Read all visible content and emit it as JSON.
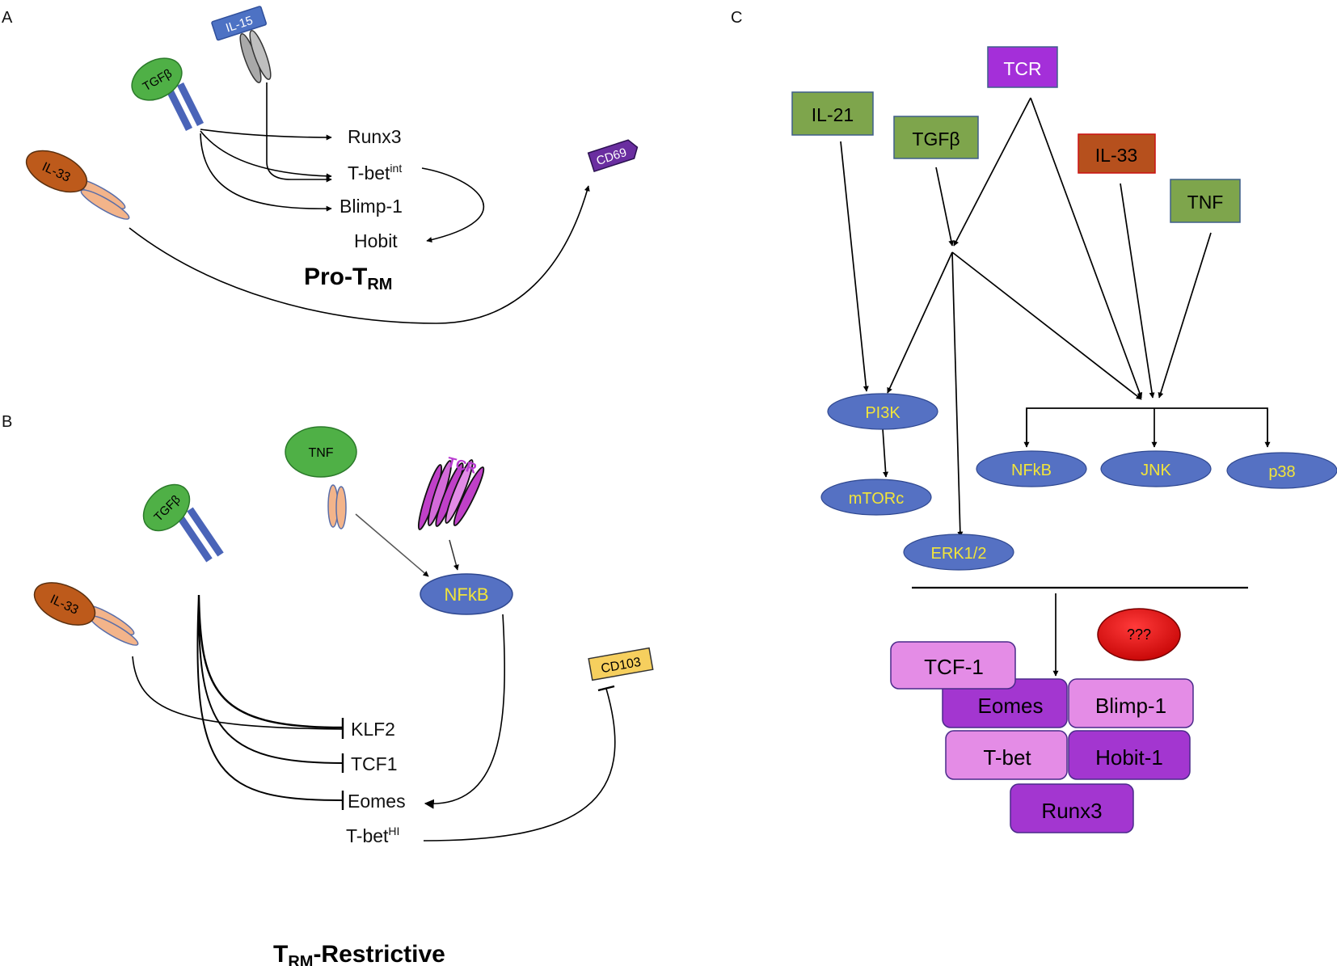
{
  "panels": {
    "a": "A",
    "b": "B",
    "c": "C"
  },
  "panel_a": {
    "receptors": {
      "tgfb": "TGFβ",
      "il15": "IL-15",
      "il33": "IL-33"
    },
    "targets": {
      "runx3": "Runx3",
      "tbet_base": "T-bet",
      "tbet_sup": "int",
      "blimp1": "Blimp-1",
      "hobit": "Hobit"
    },
    "cd69": "CD69",
    "title_main": "Pro-T",
    "title_sub": "RM"
  },
  "panel_b": {
    "receptors": {
      "tnf": "TNF",
      "tcr": "TCR",
      "tgfb": "TGFβ",
      "il33": "IL-33"
    },
    "nfkb": "NFkB",
    "cd103": "CD103",
    "targets": {
      "klf2": "KLF2",
      "tcf1": "TCF1",
      "eomes": "Eomes",
      "tbet_base": "T-bet",
      "tbet_sup": "HI"
    },
    "title_main": "T",
    "title_sub": "RM",
    "title_rest": "-Restrictive"
  },
  "panel_c": {
    "inputs": {
      "il21": "IL-21",
      "tgfb": "TGFβ",
      "tcr": "TCR",
      "il33": "IL-33",
      "tnf": "TNF"
    },
    "kinases": {
      "pi3k": "PI3K",
      "mtorc": "mTORc",
      "erk": "ERK1/2",
      "nfkb": "NFkB",
      "jnk": "JNK",
      "p38": "p38"
    },
    "tfs": {
      "tcf1": "TCF-1",
      "eomes": "Eomes",
      "blimp1": "Blimp-1",
      "tbet": "T-bet",
      "hobit1": "Hobit-1",
      "runx3": "Runx3"
    },
    "unknown": "???"
  },
  "colors": {
    "green": "#7ea54c",
    "brown": "#b8501c",
    "purple": "#a430d8",
    "blue_oval": "#5571c3",
    "yellow_text": "#f2e53a",
    "tf_light": "#e48ce6",
    "tf_dark": "#a336d0",
    "red": "#e51212"
  }
}
